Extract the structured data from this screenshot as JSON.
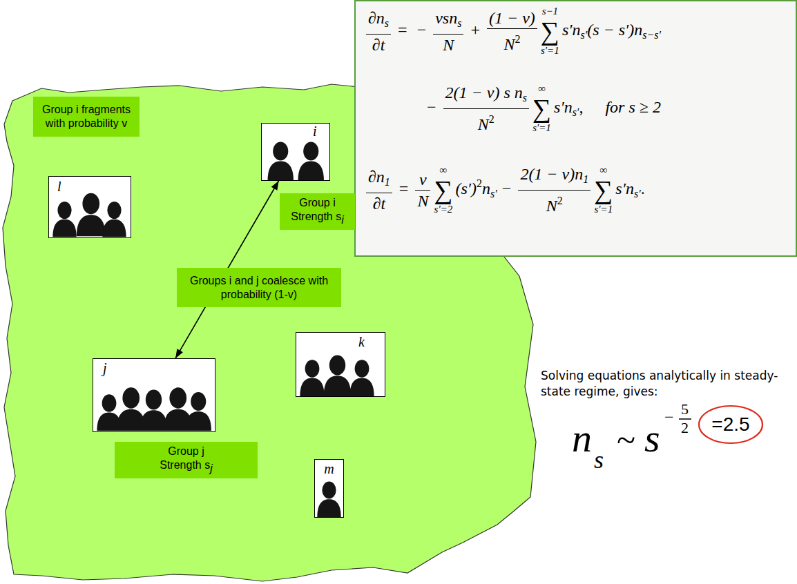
{
  "diagram": {
    "nodes": [
      {
        "text": [
          "∂n",
          "s",
          "∂t",
          "=",
          "−",
          "νsn",
          "s",
          "N",
          "+",
          "(1 − ν)",
          "N",
          "2",
          "s−1",
          "∑",
          "s′=1",
          "s′n",
          "s′",
          "(s − s′)n",
          "s−s′",
          "−",
          "2(1 − ν) s n",
          "s",
          "N",
          "2",
          "∞",
          "∑",
          "s′=1",
          "s′n",
          "s′",
          ",",
          "for s ≥ 2",
          "∂n",
          "1",
          "∂t",
          "=",
          "ν",
          "N",
          "∞",
          "∑",
          "s′=2",
          "(s′)",
          "2",
          "n",
          "s′",
          "−",
          "2(1 − ν)n",
          "1",
          "N",
          "2",
          "∞",
          "∑",
          "s′=1",
          "s′n",
          "s′",
          "."
        ]
      },
      {
        "text": [
          "Group i fragments with probability v"
        ]
      },
      {
        "text": [
          "i"
        ]
      },
      {
        "text": [
          "l"
        ]
      },
      {
        "text": [
          "Group i Strength s",
          "i"
        ]
      },
      {
        "text": [
          "Groups i and j coalesce with probability (1-v)"
        ]
      },
      {
        "text": [
          "k"
        ]
      },
      {
        "text": [
          "j"
        ]
      },
      {
        "text": [
          "Group j Strength s",
          "j"
        ]
      },
      {
        "text": [
          "m"
        ]
      },
      {
        "text": [
          "=2.5"
        ]
      }
    ],
    "edges": [
      {
        "from": 2,
        "to": 7,
        "arrow": "both"
      }
    ],
    "labels": [
      "Solving equations analytically in steady-state regime, gives:",
      "n",
      "s",
      "~",
      "s",
      "−",
      "5",
      "2"
    ]
  }
}
